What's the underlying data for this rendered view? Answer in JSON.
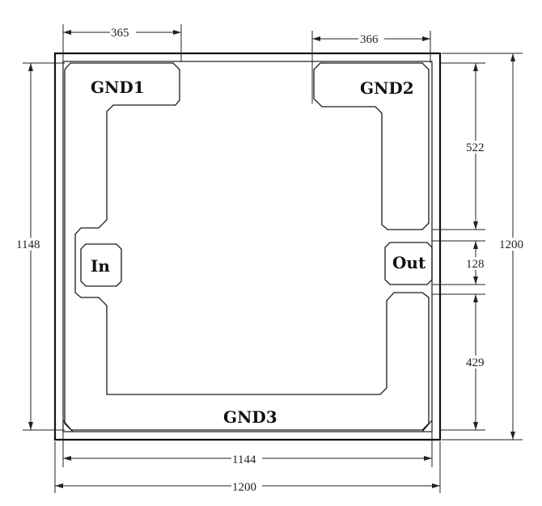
{
  "labels": {
    "gnd1": "GND1",
    "gnd2": "GND2",
    "gnd3": "GND3",
    "in": "In",
    "out": "Out"
  },
  "dimensions": {
    "top_left_width": "365",
    "top_right_width": "366",
    "left_height": "1148",
    "right_total_height": "1200",
    "right_upper": "522",
    "right_middle": "128",
    "right_lower": "429",
    "bottom_inner_width": "1144",
    "bottom_total_width": "1200"
  }
}
